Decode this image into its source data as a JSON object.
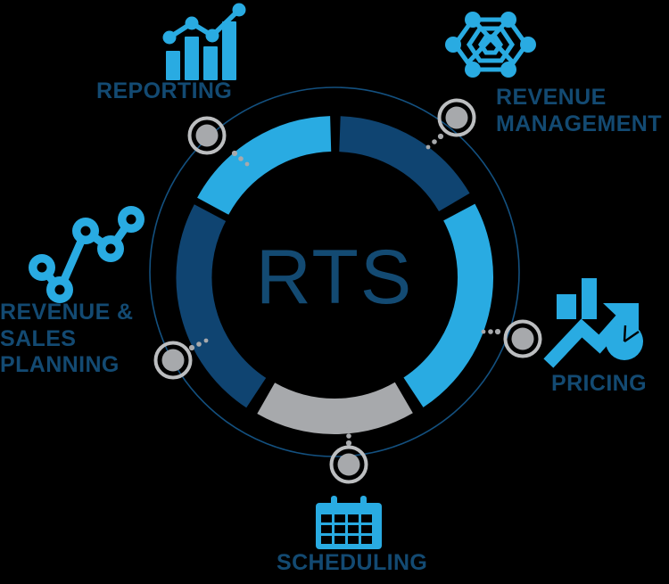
{
  "diagram": {
    "title": "RTS capability wheel",
    "center_label": "RTS",
    "background_color": "#000000",
    "colors": {
      "light_blue": "#29ABE2",
      "dark_navy": "#0F4471",
      "gray": "#A7A9AC",
      "ring_line": "#13507F",
      "label_text": "#134A72",
      "marker_fill": "#A7A9AC",
      "marker_ring": "#BCBEC0"
    },
    "nodes": [
      {
        "id": "reporting",
        "label": "REPORTING",
        "icon": "bar-chart-line-icon",
        "icon_color": "#29ABE2",
        "segment_color": "#29ABE2",
        "marker_angle_deg": -60
      },
      {
        "id": "revenue-management",
        "label": "REVENUE\nMANAGEMENT",
        "icon": "hexagon-network-icon",
        "icon_color": "#29ABE2",
        "segment_color": "#0F4471",
        "marker_angle_deg": -30
      },
      {
        "id": "pricing",
        "label": "PRICING",
        "icon": "price-growth-arrow-icon",
        "icon_color": "#29ABE2",
        "segment_color": "#29ABE2",
        "marker_angle_deg": 20
      },
      {
        "id": "scheduling",
        "label": "SCHEDULING",
        "icon": "calendar-icon",
        "icon_color": "#29ABE2",
        "segment_color": "#A7A9AC",
        "marker_angle_deg": 90
      },
      {
        "id": "revenue-sales-planning",
        "label": "REVENUE &\nSALES\nPLANNING",
        "icon": "line-graph-nodes-icon",
        "icon_color": "#29ABE2",
        "segment_color": "#0F4471",
        "marker_angle_deg": 200
      }
    ]
  },
  "chart_data": {
    "type": "pie",
    "title": "RTS",
    "subtitle": "",
    "legend_position": "around",
    "categories": [
      "REPORTING",
      "REVENUE MANAGEMENT",
      "PRICING",
      "SCHEDULING",
      "REVENUE & SALES PLANNING"
    ],
    "values": [
      20,
      20,
      20,
      20,
      20
    ],
    "colors": [
      "#29ABE2",
      "#0F4471",
      "#29ABE2",
      "#A7A9AC",
      "#0F4471"
    ],
    "segments": [
      {
        "label": "REPORTING",
        "start_deg": 272,
        "end_deg": 340,
        "color": "#29ABE2"
      },
      {
        "label": "REVENUE MANAGEMENT",
        "start_deg": 2,
        "end_deg": 70,
        "color": "#0F4471"
      },
      {
        "label": "PRICING",
        "start_deg": 74,
        "end_deg": 142,
        "color": "#29ABE2"
      },
      {
        "label": "SCHEDULING",
        "start_deg": 146,
        "end_deg": 196,
        "color": "#A7A9AC"
      },
      {
        "label": "REVENUE & SALES PLANNING",
        "start_deg": 200,
        "end_deg": 268,
        "color": "#0F4471"
      }
    ],
    "donut_hole_ratio": 0.72,
    "grid": false,
    "xlabel": "",
    "ylabel": ""
  }
}
